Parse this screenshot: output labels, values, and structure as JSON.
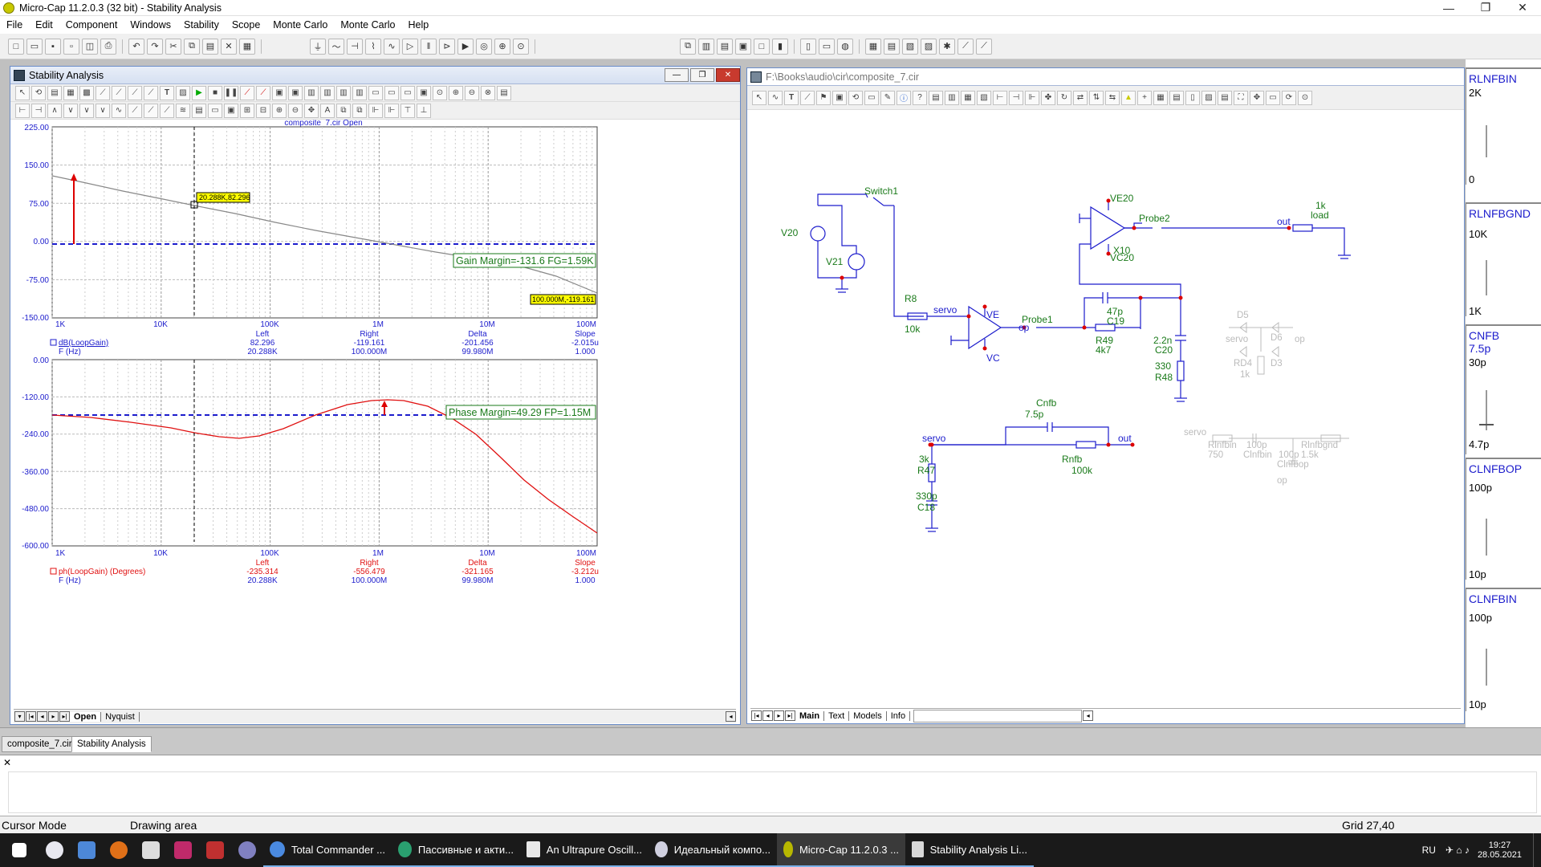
{
  "window": {
    "title": "Micro-Cap 11.2.0.3 (32 bit) - Stability Analysis"
  },
  "menu": [
    "File",
    "Edit",
    "Component",
    "Windows",
    "Stability",
    "Scope",
    "Monte Carlo",
    "Monte Carlo",
    "Help"
  ],
  "analysis": {
    "title": "Stability Analysis",
    "plot_title": "composite_7.cir Open",
    "gain": {
      "y_ticks": [
        "225.00",
        "150.00",
        "75.00",
        "0.00",
        "-75.00",
        "-150.00"
      ],
      "x_ticks": [
        "1K",
        "10K",
        "100K",
        "1M",
        "10M",
        "100M"
      ],
      "cursor_label": "20.288K,82.296",
      "end_label": "100.000M,-119.161",
      "margin_text": "Gain Margin=-131.6 FG=1.59K",
      "readout_headers": [
        "Left",
        "Right",
        "Delta",
        "Slope"
      ],
      "expr": "dB(LoopGain)",
      "expr_values": [
        "82.296",
        "-119.161",
        "-201.456",
        "-2.015u"
      ],
      "xname": "F (Hz)",
      "x_values": [
        "20.288K",
        "100.000M",
        "99.980M",
        "1.000"
      ]
    },
    "phase": {
      "y_ticks": [
        "0.00",
        "-120.00",
        "-240.00",
        "-360.00",
        "-480.00",
        "-600.00"
      ],
      "x_ticks": [
        "1K",
        "10K",
        "100K",
        "1M",
        "10M",
        "100M"
      ],
      "margin_text": "Phase Margin=49.29 FP=1.15M",
      "readout_headers": [
        "Left",
        "Right",
        "Delta",
        "Slope"
      ],
      "expr": "ph(LoopGain) (Degrees)",
      "expr_values": [
        "-235.314",
        "-556.479",
        "-321.165",
        "-3.212u"
      ],
      "xname": "F (Hz)",
      "x_values": [
        "20.288K",
        "100.000M",
        "99.980M",
        "1.000"
      ]
    },
    "tabs": [
      "Open",
      "Nyquist"
    ]
  },
  "schematic": {
    "title": "F:\\Books\\audio\\cir\\composite_7.cir",
    "tabs": [
      "Main",
      "Text",
      "Models",
      "Info"
    ],
    "labels": {
      "v20": "V20",
      "v21": "V21",
      "switch1": "Switch1",
      "r8": "R8",
      "r8v": "10k",
      "servo": "servo",
      "ve": "VE",
      "vc": "VC",
      "probe1": "Probe1",
      "op": "op",
      "c19v": "47p",
      "c19": "C19",
      "r49": "R49",
      "r49v": "4k7",
      "c20v": "2.2n",
      "c20": "C20",
      "r48v": "330",
      "r48": "R48",
      "ve20": "VE20",
      "vc20": "VC20",
      "x10": "X10",
      "probe2": "Probe2",
      "out": "out",
      "loadv": "1k",
      "load": "load",
      "cnfb": "Cnfb",
      "cnfbv": "7.5p",
      "servo2": "servo",
      "r47v": "3k",
      "r47": "R47",
      "rnfb": "Rnfb",
      "rnfbv": "100k",
      "out2": "out",
      "c18v": "330p",
      "c18": "C18",
      "d5": "D5",
      "d6": "D6",
      "d3": "D3",
      "d4": "RD4",
      "g_op": "op",
      "g_servo": "servo",
      "g_1k": "1k",
      "g_rlnfbin": "Rlnfbin",
      "g_750": "750",
      "g_100p": "100p",
      "g_clnfbin": "Clnfbin",
      "g_100p2": "100p",
      "g_clnfbop": "Clnfbop",
      "g_rlnfbgnd": "Rlnfbgnd",
      "g_15k": "1.5k",
      "g_op2": "op",
      "g_servo2": "servo"
    }
  },
  "sliders": [
    {
      "name": "RLNFBIN",
      "top": "2K",
      "bottom": "0"
    },
    {
      "name": "RLNFBGND",
      "top": "10K",
      "bottom": "1K"
    },
    {
      "name": "CNFB",
      "cur": "7.5p",
      "top": "30p",
      "bottom": "4.7p"
    },
    {
      "name": "CLNFBOP",
      "top": "100p",
      "bottom": "10p"
    },
    {
      "name": "CLNFBIN",
      "top": "100p",
      "bottom": "10p"
    }
  ],
  "doc_tabs": [
    "composite_7.cir",
    "Stability Analysis"
  ],
  "status": {
    "mode": "Cursor Mode",
    "area": "Drawing area",
    "grid": "Grid 27,40"
  },
  "taskbar": {
    "apps": [
      "Total Commander ...",
      "Пассивные и акти...",
      "An Ultrapure Oscill...",
      "Идеальный компо...",
      "Micro-Cap 11.2.0.3 ...",
      "Stability Analysis Li..."
    ],
    "lang": "RU",
    "time": "19:27",
    "date": "28.05.2021"
  }
}
